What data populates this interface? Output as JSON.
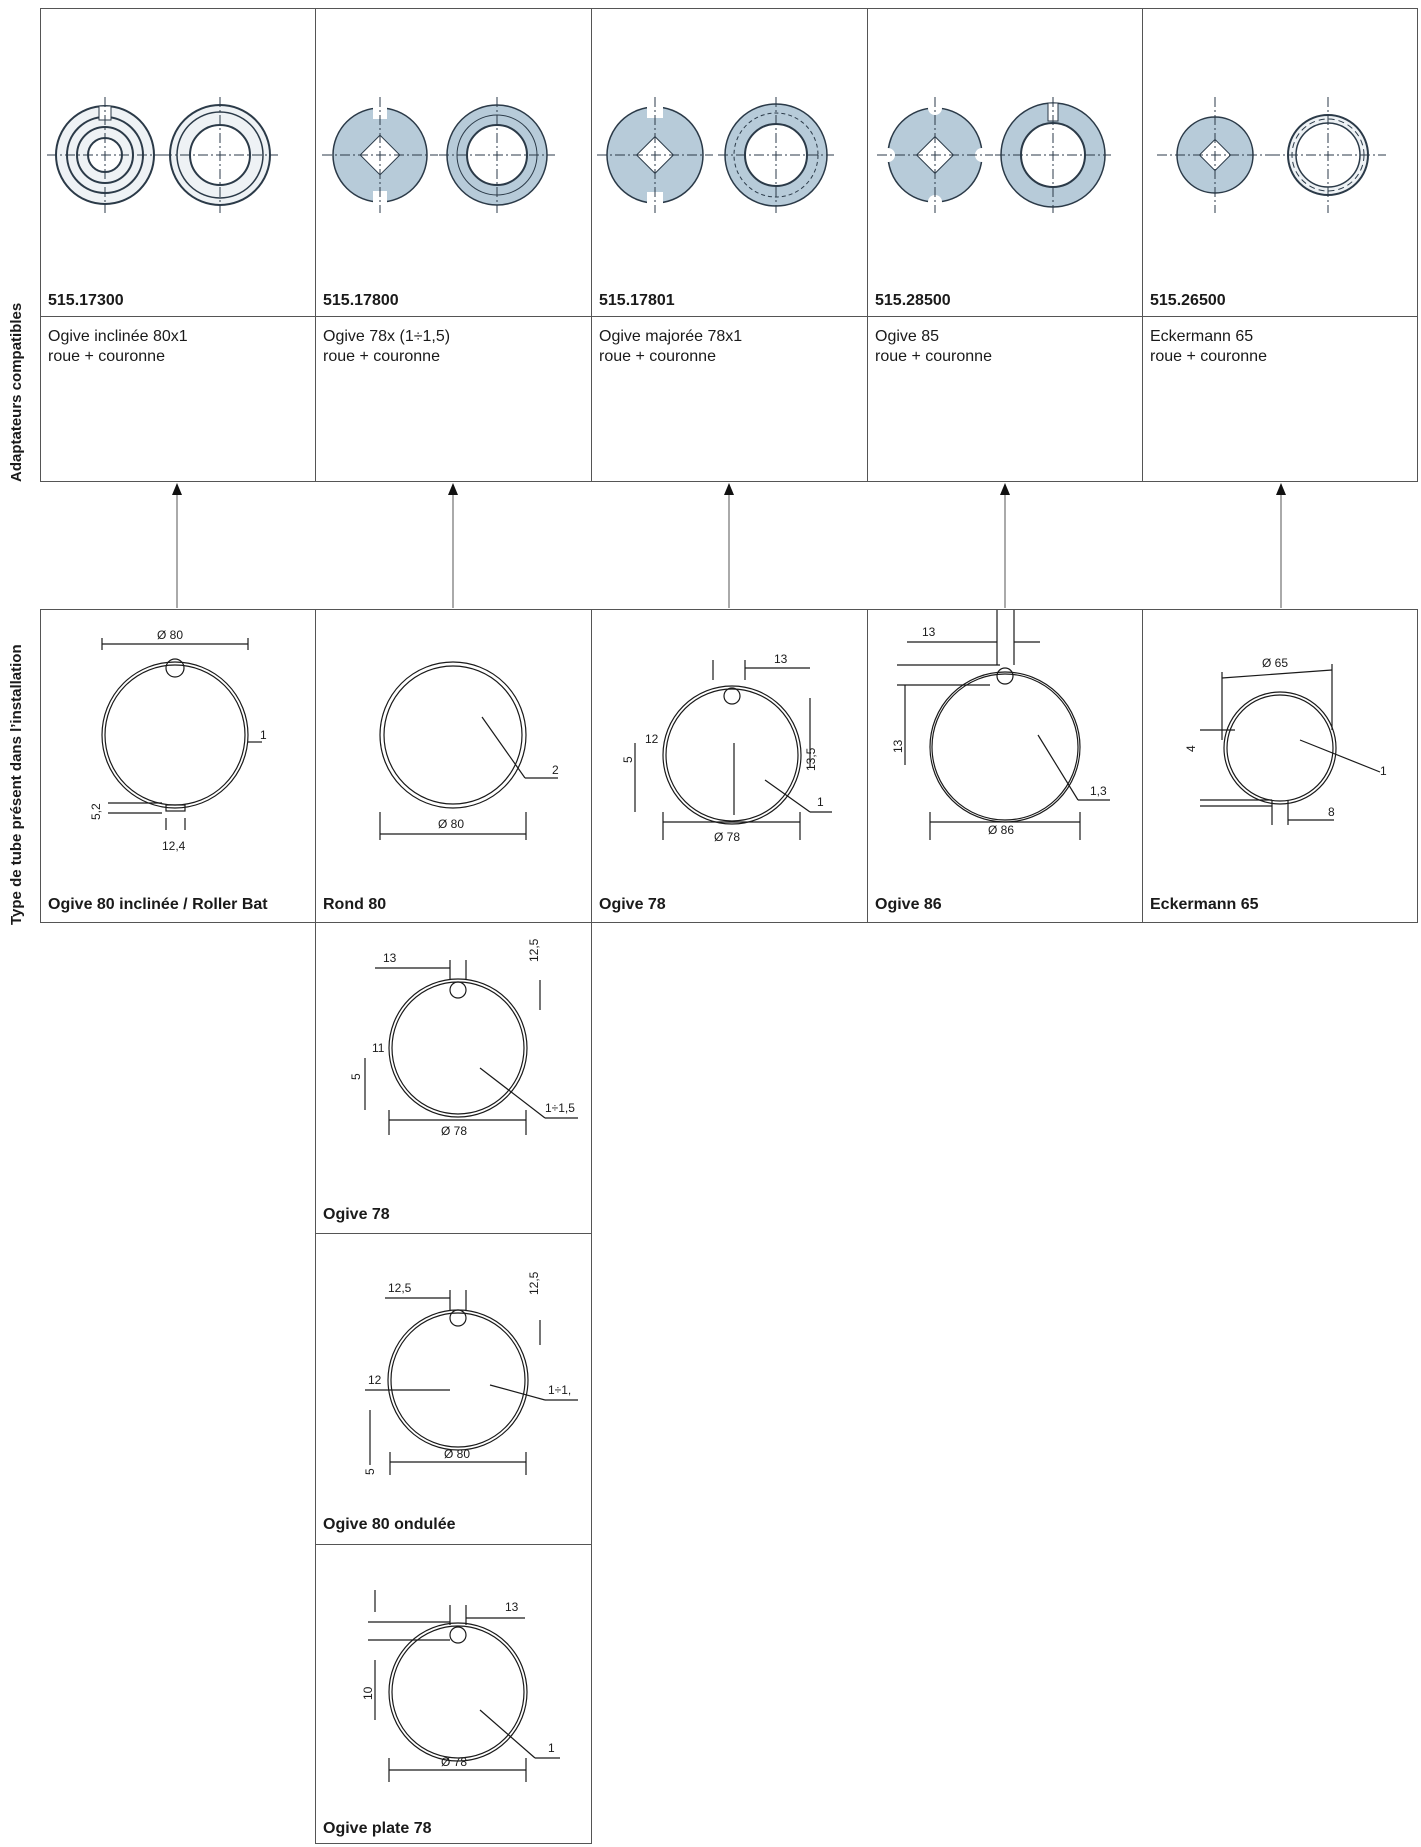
{
  "side_labels": {
    "adapters": "Adaptateurs compatibles",
    "tubes": "Type de tube présent dans l’installation"
  },
  "adapters": [
    {
      "code": "515.17300",
      "line1": "Ogive inclinée 80x1",
      "line2": "roue + couronne"
    },
    {
      "code": "515.17800",
      "line1": "Ogive 78x (1÷1,5)",
      "line2": "roue + couronne"
    },
    {
      "code": "515.17801",
      "line1": "Ogive majorée 78x1",
      "line2": "roue + couronne"
    },
    {
      "code": "515.28500",
      "line1": "Ogive 85",
      "line2": "roue + couronne"
    },
    {
      "code": "515.26500",
      "line1": "Eckermann 65",
      "line2": "roue + couronne"
    }
  ],
  "tubes": [
    {
      "name": "Ogive 80 inclinée / Roller Bat",
      "dims": {
        "diameter": "Ø 80",
        "thickness": "1",
        "slot_h": "5,2",
        "slot_w": "12,4"
      }
    },
    {
      "name": "Rond 80",
      "dims": {
        "diameter": "Ø 80",
        "thickness": "2"
      }
    },
    {
      "name": "Ogive 78",
      "dims": {
        "diameter": "Ø 78",
        "thickness": "1",
        "top_w": "13",
        "top_h": "13,5",
        "inner": "12",
        "bottom": "5"
      }
    },
    {
      "name": "Ogive 86",
      "dims": {
        "diameter": "Ø 86",
        "thickness": "1,3",
        "top_w": "13",
        "top_h": "13"
      }
    },
    {
      "name": "Eckermann 65",
      "dims": {
        "diameter": "Ø 65",
        "thickness": "1",
        "groove": "4",
        "groove_w": "8"
      }
    },
    {
      "name": "Ogive 78",
      "dims": {
        "diameter": "Ø 78",
        "thickness": "1÷1,5",
        "top_w": "13",
        "top_h": "12,5",
        "inner": "11",
        "bottom": "5"
      }
    },
    {
      "name": "Ogive 80 ondulée",
      "dims": {
        "diameter": "Ø 80",
        "thickness": "1÷1,",
        "top_w": "12,5",
        "top_h": "12,5",
        "inner": "12",
        "bottom": "5"
      }
    },
    {
      "name": "Ogive plate 78",
      "dims": {
        "diameter": "Ø 78",
        "thickness": "1",
        "top_w": "13",
        "top_h": "10"
      }
    }
  ],
  "colors": {
    "part_fill": "#b7cbd9",
    "part_stroke": "#2b3a48",
    "line": "#555555"
  }
}
